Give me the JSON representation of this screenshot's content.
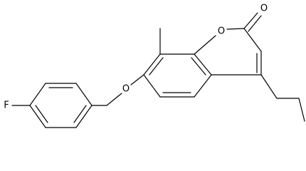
{
  "molecule": {
    "atoms": {
      "fluorine": "F",
      "ether_oxygen": "O",
      "ring_oxygen": "O",
      "carbonyl_oxygen": "O"
    },
    "colors": {
      "bond": "#000000",
      "label": "#000000",
      "background": "#ffffff"
    }
  }
}
